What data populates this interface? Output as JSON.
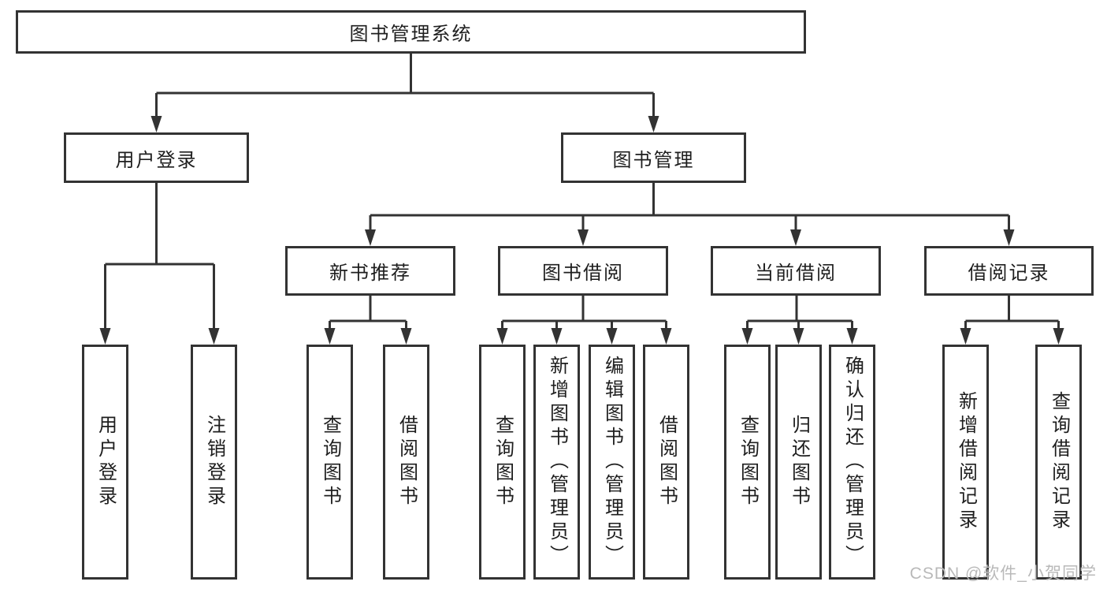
{
  "diagram": {
    "root": "图书管理系统",
    "level1": [
      {
        "label": "用户登录",
        "children": [
          {
            "label": "用户登录"
          },
          {
            "label": "注销登录"
          }
        ]
      },
      {
        "label": "图书管理",
        "children": [
          {
            "label": "新书推荐",
            "children": [
              {
                "label": "查询图书"
              },
              {
                "label": "借阅图书"
              }
            ]
          },
          {
            "label": "图书借阅",
            "children": [
              {
                "label": "查询图书"
              },
              {
                "label": "新增图书（管理员）"
              },
              {
                "label": "编辑图书（管理员）"
              },
              {
                "label": "借阅图书"
              }
            ]
          },
          {
            "label": "当前借阅",
            "children": [
              {
                "label": "查询图书"
              },
              {
                "label": "归还图书"
              },
              {
                "label": "确认归还（管理员）"
              }
            ]
          },
          {
            "label": "借阅记录",
            "children": [
              {
                "label": "新增借阅记录"
              },
              {
                "label": "查询借阅记录"
              }
            ]
          }
        ]
      }
    ]
  },
  "watermark": {
    "text": "CSDN @软件_小贺同学"
  },
  "colors": {
    "line": "#333333",
    "border": "#333333",
    "text": "#1e1e1e",
    "watermark": "#b9b9b9",
    "background": "#ffffff"
  }
}
